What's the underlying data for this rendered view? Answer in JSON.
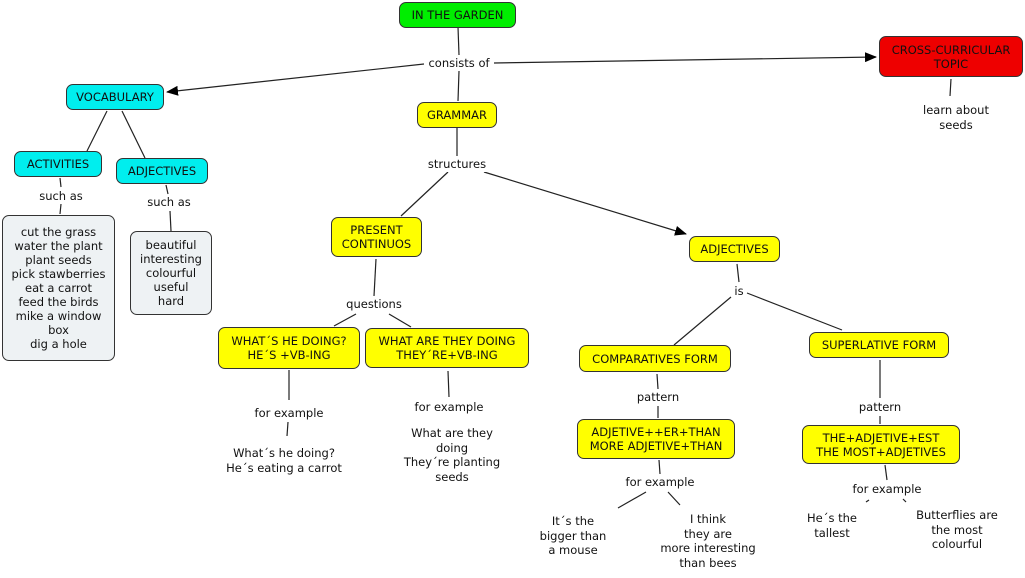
{
  "nodes": {
    "root": {
      "lines": [
        "IN THE GARDEN"
      ],
      "color": "#00ee00"
    },
    "cross": {
      "lines": [
        "CROSS-CURRICULAR",
        "TOPIC"
      ],
      "color": "#ee0000"
    },
    "vocabulary": {
      "lines": [
        "VOCABULARY"
      ],
      "color": "#00eeee"
    },
    "activities": {
      "lines": [
        "ACTIVITIES"
      ],
      "color": "#00eeee"
    },
    "adjectives_vocab": {
      "lines": [
        "ADJECTIVES"
      ],
      "color": "#00eeee"
    },
    "activities_list": {
      "lines": [
        "cut the grass",
        "water the plant",
        "plant seeds",
        "pick stawberries",
        "eat a carrot",
        "feed the birds",
        "mike a window",
        "box",
        "dig a hole"
      ],
      "color": "#eef2f4"
    },
    "adjectives_list": {
      "lines": [
        "beautiful",
        "interesting",
        "colourful",
        "useful",
        "hard"
      ],
      "color": "#eef2f4"
    },
    "grammar": {
      "lines": [
        "GRAMMAR"
      ],
      "color": "#ffff00"
    },
    "present_continuos": {
      "lines": [
        "PRESENT",
        "CONTINUOS"
      ],
      "color": "#ffff00"
    },
    "adjectives_grammar": {
      "lines": [
        "ADJECTIVES"
      ],
      "color": "#ffff00"
    },
    "whats_he_doing": {
      "lines": [
        "WHAT´S HE DOING?",
        "HE´S +VB-ING"
      ],
      "color": "#ffff00"
    },
    "what_are_they_doing": {
      "lines": [
        "WHAT ARE THEY DOING",
        "THEY´RE+VB-ING"
      ],
      "color": "#ffff00"
    },
    "comparatives": {
      "lines": [
        "COMPARATIVES FORM"
      ],
      "color": "#ffff00"
    },
    "superlative": {
      "lines": [
        "SUPERLATIVE FORM"
      ],
      "color": "#ffff00"
    },
    "comparative_pattern": {
      "lines": [
        "ADJETIVE++ER+THAN",
        "MORE ADJETIVE+THAN"
      ],
      "color": "#ffff00"
    },
    "superlative_pattern": {
      "lines": [
        "THE+ADJETIVE+EST",
        "THE MOST+ADJETIVES"
      ],
      "color": "#ffff00"
    },
    "example_he": {
      "lines": [
        "What´s he doing?",
        "He´s eating a carrot"
      ]
    },
    "example_they": {
      "lines": [
        "What are they",
        "doing",
        "They´re planting",
        "seeds"
      ]
    },
    "example_bigger": {
      "lines": [
        "It´s the",
        "bigger than",
        "a mouse"
      ]
    },
    "example_interesting": {
      "lines": [
        "I think",
        "they are",
        "more interesting",
        "than bees"
      ]
    },
    "example_tallest": {
      "lines": [
        "He´s the",
        "tallest"
      ]
    },
    "example_butterflies": {
      "lines": [
        "Butterflies are",
        "the most",
        "colourful"
      ]
    },
    "learn_seeds": {
      "lines": [
        "learn about",
        "seeds"
      ]
    }
  },
  "links": {
    "consists_of": "consists of",
    "such_as_1": "such as",
    "such_as_2": "such as",
    "structures": "structures",
    "questions": "questions",
    "is": "is",
    "for_example_1": "for example",
    "for_example_2": "for example",
    "pattern_1": "pattern",
    "pattern_2": "pattern",
    "for_example_3": "for example",
    "for_example_4": "for example"
  }
}
